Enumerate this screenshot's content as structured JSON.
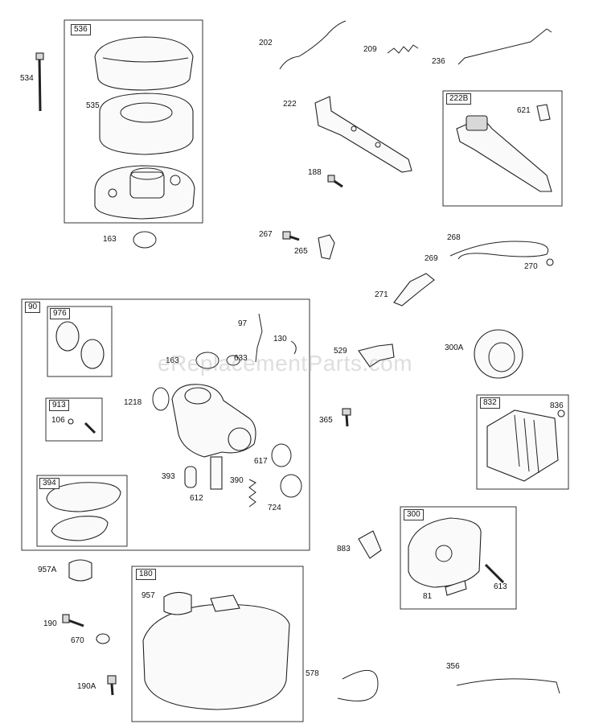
{
  "watermark": "eReplacementParts.com",
  "group_tags": {
    "t536": "536",
    "t222b": "222B",
    "t90": "90",
    "t976": "976",
    "t913": "913",
    "t394": "394",
    "t832": "832",
    "t300": "300",
    "t180": "180"
  },
  "callouts": {
    "c534": "534",
    "c535": "535",
    "c163": "163",
    "c202": "202",
    "c209": "209",
    "c236": "236",
    "c222": "222",
    "c621": "621",
    "c188": "188",
    "c267": "267",
    "c265": "265",
    "c268": "268",
    "c269": "269",
    "c270": "270",
    "c271": "271",
    "c97": "97",
    "c130": "130",
    "c163b": "163",
    "c633": "633",
    "c1218": "1218",
    "c106": "106",
    "c393": "393",
    "c612": "612",
    "c390": "390",
    "c617": "617",
    "c724": "724",
    "c529": "529",
    "c300a": "300A",
    "c365": "365",
    "c836": "836",
    "c883": "883",
    "c81": "81",
    "c613": "613",
    "c957a": "957A",
    "c957": "957",
    "c190": "190",
    "c670": "670",
    "c190a": "190A",
    "c578": "578",
    "c356": "356"
  }
}
